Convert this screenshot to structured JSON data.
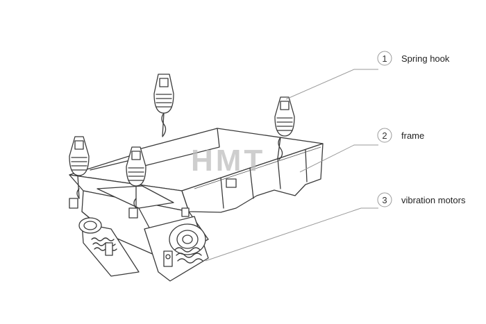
{
  "watermark": "HMT",
  "callouts": [
    {
      "number": "1",
      "label": "Spring hook"
    },
    {
      "number": "2",
      "label": "frame"
    },
    {
      "number": "3",
      "label": "vibration motors"
    }
  ]
}
